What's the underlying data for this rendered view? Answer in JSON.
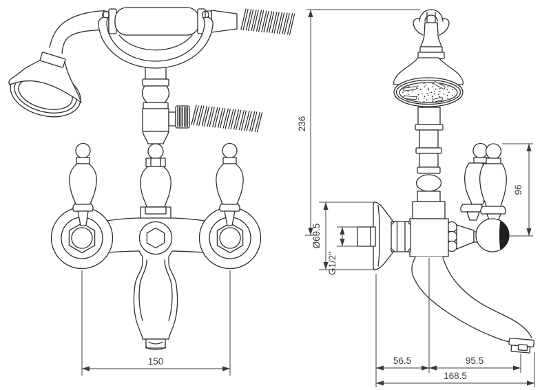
{
  "dimensions": {
    "handle_spacing": "150",
    "total_height": "236",
    "handle_length": "96",
    "flange_diameter": "Ø69.5",
    "thread_size": "G1/2\"",
    "wall_to_axis": "56.5",
    "axis_to_outlet": "95.5",
    "total_projection": "168.5"
  }
}
